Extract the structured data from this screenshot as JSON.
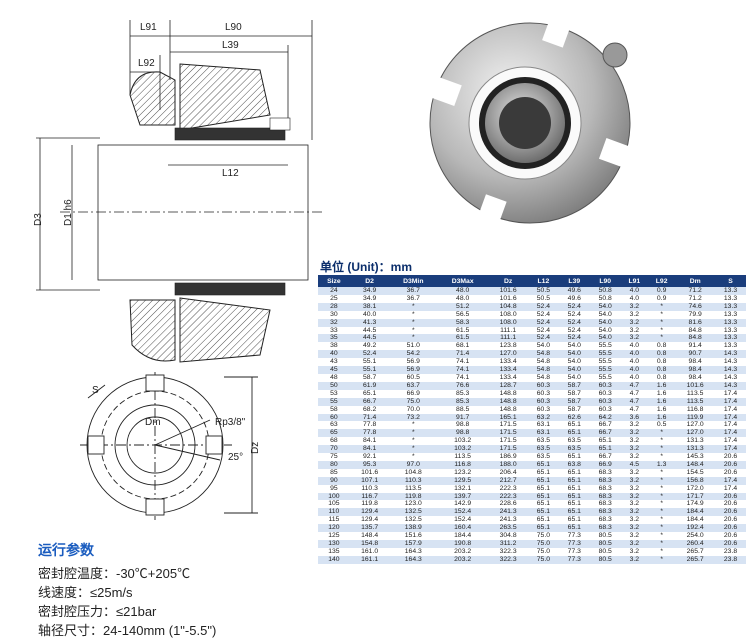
{
  "drawing_labels": {
    "L91": "L91",
    "L90": "L90",
    "L39": "L39",
    "L92": "L92",
    "L12": "L12",
    "D3": "D3",
    "D1h6": "D1 h6",
    "Dz": "Dz",
    "Dm": "Dm",
    "S": "S",
    "Rp": "Rp3/8\"",
    "angle": "25°"
  },
  "unit_label": "单位 (Unit)：mm",
  "table": {
    "headers": [
      "Size",
      "D2",
      "D3Min",
      "D3Max",
      "Dz",
      "L12",
      "L39",
      "L90",
      "L91",
      "L92",
      "Dm",
      "S"
    ],
    "rows": [
      [
        "24",
        "34.9",
        "36.7",
        "48.0",
        "101.6",
        "50.5",
        "49.6",
        "50.8",
        "4.0",
        "0.9",
        "71.2",
        "13.3"
      ],
      [
        "25",
        "34.9",
        "36.7",
        "48.0",
        "101.6",
        "50.5",
        "49.6",
        "50.8",
        "4.0",
        "0.9",
        "71.2",
        "13.3"
      ],
      [
        "28",
        "38.1",
        "*",
        "51.2",
        "104.8",
        "52.4",
        "52.4",
        "54.0",
        "3.2",
        "*",
        "74.6",
        "13.3"
      ],
      [
        "30",
        "40.0",
        "*",
        "56.5",
        "108.0",
        "52.4",
        "52.4",
        "54.0",
        "3.2",
        "*",
        "79.9",
        "13.3"
      ],
      [
        "32",
        "41.3",
        "*",
        "58.3",
        "108.0",
        "52.4",
        "52.4",
        "54.0",
        "3.2",
        "*",
        "81.6",
        "13.3"
      ],
      [
        "33",
        "44.5",
        "*",
        "61.5",
        "111.1",
        "52.4",
        "52.4",
        "54.0",
        "3.2",
        "*",
        "84.8",
        "13.3"
      ],
      [
        "35",
        "44.5",
        "*",
        "61.5",
        "111.1",
        "52.4",
        "52.4",
        "54.0",
        "3.2",
        "*",
        "84.8",
        "13.3"
      ],
      [
        "38",
        "49.2",
        "51.0",
        "68.1",
        "123.8",
        "54.0",
        "54.0",
        "55.5",
        "4.0",
        "0.8",
        "91.4",
        "13.3"
      ],
      [
        "40",
        "52.4",
        "54.2",
        "71.4",
        "127.0",
        "54.8",
        "54.0",
        "55.5",
        "4.0",
        "0.8",
        "90.7",
        "14.3"
      ],
      [
        "43",
        "55.1",
        "56.9",
        "74.1",
        "133.4",
        "54.8",
        "54.0",
        "55.5",
        "4.0",
        "0.8",
        "98.4",
        "14.3"
      ],
      [
        "45",
        "55.1",
        "56.9",
        "74.1",
        "133.4",
        "54.8",
        "54.0",
        "55.5",
        "4.0",
        "0.8",
        "98.4",
        "14.3"
      ],
      [
        "48",
        "58.7",
        "60.5",
        "74.1",
        "133.4",
        "54.8",
        "54.0",
        "55.5",
        "4.0",
        "0.8",
        "98.4",
        "14.3"
      ],
      [
        "50",
        "61.9",
        "63.7",
        "76.6",
        "128.7",
        "60.3",
        "58.7",
        "60.3",
        "4.7",
        "1.6",
        "101.6",
        "14.3"
      ],
      [
        "53",
        "65.1",
        "66.9",
        "85.3",
        "148.8",
        "60.3",
        "58.7",
        "60.3",
        "4.7",
        "1.6",
        "113.5",
        "17.4"
      ],
      [
        "55",
        "66.7",
        "75.0",
        "85.3",
        "148.8",
        "60.3",
        "58.7",
        "60.3",
        "4.7",
        "1.6",
        "113.5",
        "17.4"
      ],
      [
        "58",
        "68.2",
        "70.0",
        "88.5",
        "148.8",
        "60.3",
        "58.7",
        "60.3",
        "4.7",
        "1.6",
        "116.8",
        "17.4"
      ],
      [
        "60",
        "71.4",
        "73.2",
        "91.7",
        "165.1",
        "63.2",
        "62.6",
        "64.2",
        "3.6",
        "1.6",
        "119.9",
        "17.4"
      ],
      [
        "63",
        "77.8",
        "*",
        "98.8",
        "171.5",
        "63.1",
        "65.1",
        "66.7",
        "3.2",
        "0.5",
        "127.0",
        "17.4"
      ],
      [
        "65",
        "77.8",
        "*",
        "98.8",
        "171.5",
        "63.1",
        "65.1",
        "66.7",
        "3.2",
        "*",
        "127.0",
        "17.4"
      ],
      [
        "68",
        "84.1",
        "*",
        "103.2",
        "171.5",
        "63.5",
        "63.5",
        "65.1",
        "3.2",
        "*",
        "131.3",
        "17.4"
      ],
      [
        "70",
        "84.1",
        "*",
        "103.2",
        "171.5",
        "63.5",
        "63.5",
        "65.1",
        "3.2",
        "*",
        "131.3",
        "17.4"
      ],
      [
        "75",
        "92.1",
        "*",
        "113.5",
        "186.9",
        "63.5",
        "65.1",
        "66.7",
        "3.2",
        "*",
        "145.3",
        "20.6"
      ],
      [
        "80",
        "95.3",
        "97.0",
        "116.8",
        "188.0",
        "65.1",
        "63.8",
        "66.9",
        "4.5",
        "1.3",
        "148.4",
        "20.6"
      ],
      [
        "85",
        "101.6",
        "104.8",
        "123.2",
        "206.4",
        "65.1",
        "65.1",
        "68.3",
        "3.2",
        "*",
        "154.5",
        "20.6"
      ],
      [
        "90",
        "107.1",
        "110.3",
        "129.5",
        "212.7",
        "65.1",
        "65.1",
        "68.3",
        "3.2",
        "*",
        "156.8",
        "17.4"
      ],
      [
        "95",
        "110.3",
        "113.5",
        "132.1",
        "222.3",
        "65.1",
        "65.1",
        "68.3",
        "3.2",
        "*",
        "172.0",
        "17.4"
      ],
      [
        "100",
        "116.7",
        "119.8",
        "139.7",
        "222.3",
        "65.1",
        "65.1",
        "68.3",
        "3.2",
        "*",
        "171.7",
        "20.6"
      ],
      [
        "105",
        "119.8",
        "123.0",
        "142.9",
        "228.6",
        "65.1",
        "65.1",
        "68.3",
        "3.2",
        "*",
        "174.9",
        "20.6"
      ],
      [
        "110",
        "129.4",
        "132.5",
        "152.4",
        "241.3",
        "65.1",
        "65.1",
        "68.3",
        "3.2",
        "*",
        "184.4",
        "20.6"
      ],
      [
        "115",
        "129.4",
        "132.5",
        "152.4",
        "241.3",
        "65.1",
        "65.1",
        "68.3",
        "3.2",
        "*",
        "184.4",
        "20.6"
      ],
      [
        "120",
        "135.7",
        "138.9",
        "160.4",
        "263.5",
        "65.1",
        "65.1",
        "68.3",
        "3.2",
        "*",
        "192.4",
        "20.6"
      ],
      [
        "125",
        "148.4",
        "151.6",
        "184.4",
        "304.8",
        "75.0",
        "77.3",
        "80.5",
        "3.2",
        "*",
        "254.0",
        "20.6"
      ],
      [
        "130",
        "154.8",
        "157.9",
        "190.8",
        "311.2",
        "75.0",
        "77.3",
        "80.5",
        "3.2",
        "*",
        "260.4",
        "20.6"
      ],
      [
        "135",
        "161.0",
        "164.3",
        "203.2",
        "322.3",
        "75.0",
        "77.3",
        "80.5",
        "3.2",
        "*",
        "265.7",
        "23.8"
      ],
      [
        "140",
        "161.1",
        "164.3",
        "203.2",
        "322.3",
        "75.0",
        "77.3",
        "80.5",
        "3.2",
        "*",
        "265.7",
        "23.8"
      ]
    ]
  },
  "params": {
    "title": "运行参数",
    "lines": [
      "密封腔温度：-30℃+205℃",
      "线速度：≤25m/s",
      "密封腔压力：≤21bar",
      "轴径尺寸：24-140mm (1\"-5.5\")"
    ]
  },
  "colors": {
    "header_bg": "#1a3d7c",
    "row_alt": "#d7e3f3",
    "title_blue": "#1a5cbf"
  }
}
